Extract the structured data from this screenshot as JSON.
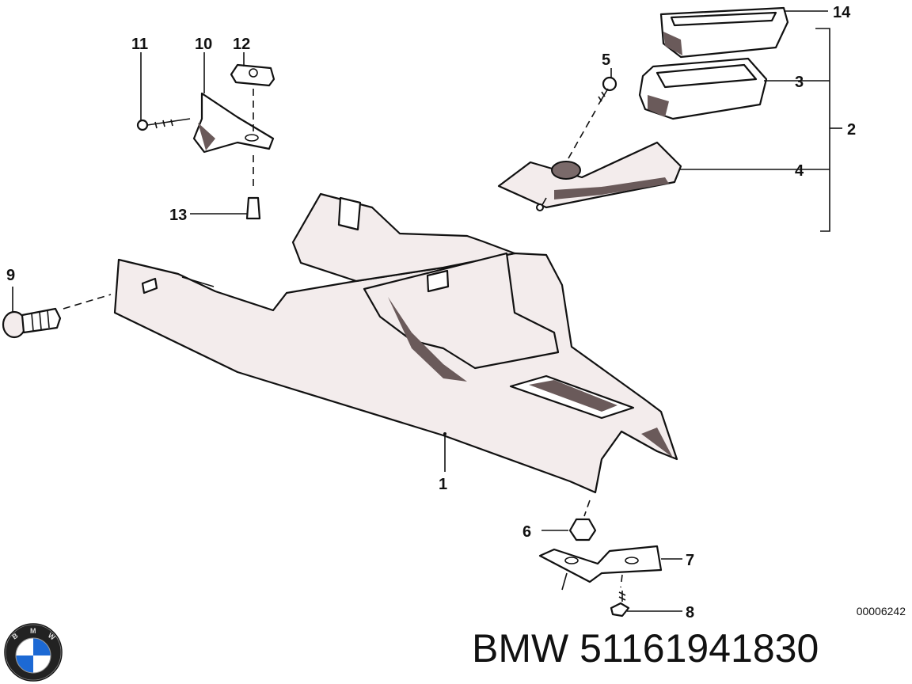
{
  "diagram": {
    "callouts": {
      "c1": "1",
      "c2": "2",
      "c3": "3",
      "c4": "4",
      "c5": "5",
      "c6": "6",
      "c7": "7",
      "c8": "8",
      "c9": "9",
      "c10": "10",
      "c11": "11",
      "c12": "12",
      "c13": "13",
      "c14": "14"
    },
    "reference_code": "00006242",
    "brand": "BMW",
    "part_number": "51161941830",
    "caption": "BMW 51161941830"
  },
  "colors": {
    "line": "#111111",
    "part_fill": "#f3ecec",
    "shade": "#6a5a5a",
    "logo_blue": "#1c69d4"
  },
  "icons": {
    "logo": "bmw-roundel-icon"
  }
}
